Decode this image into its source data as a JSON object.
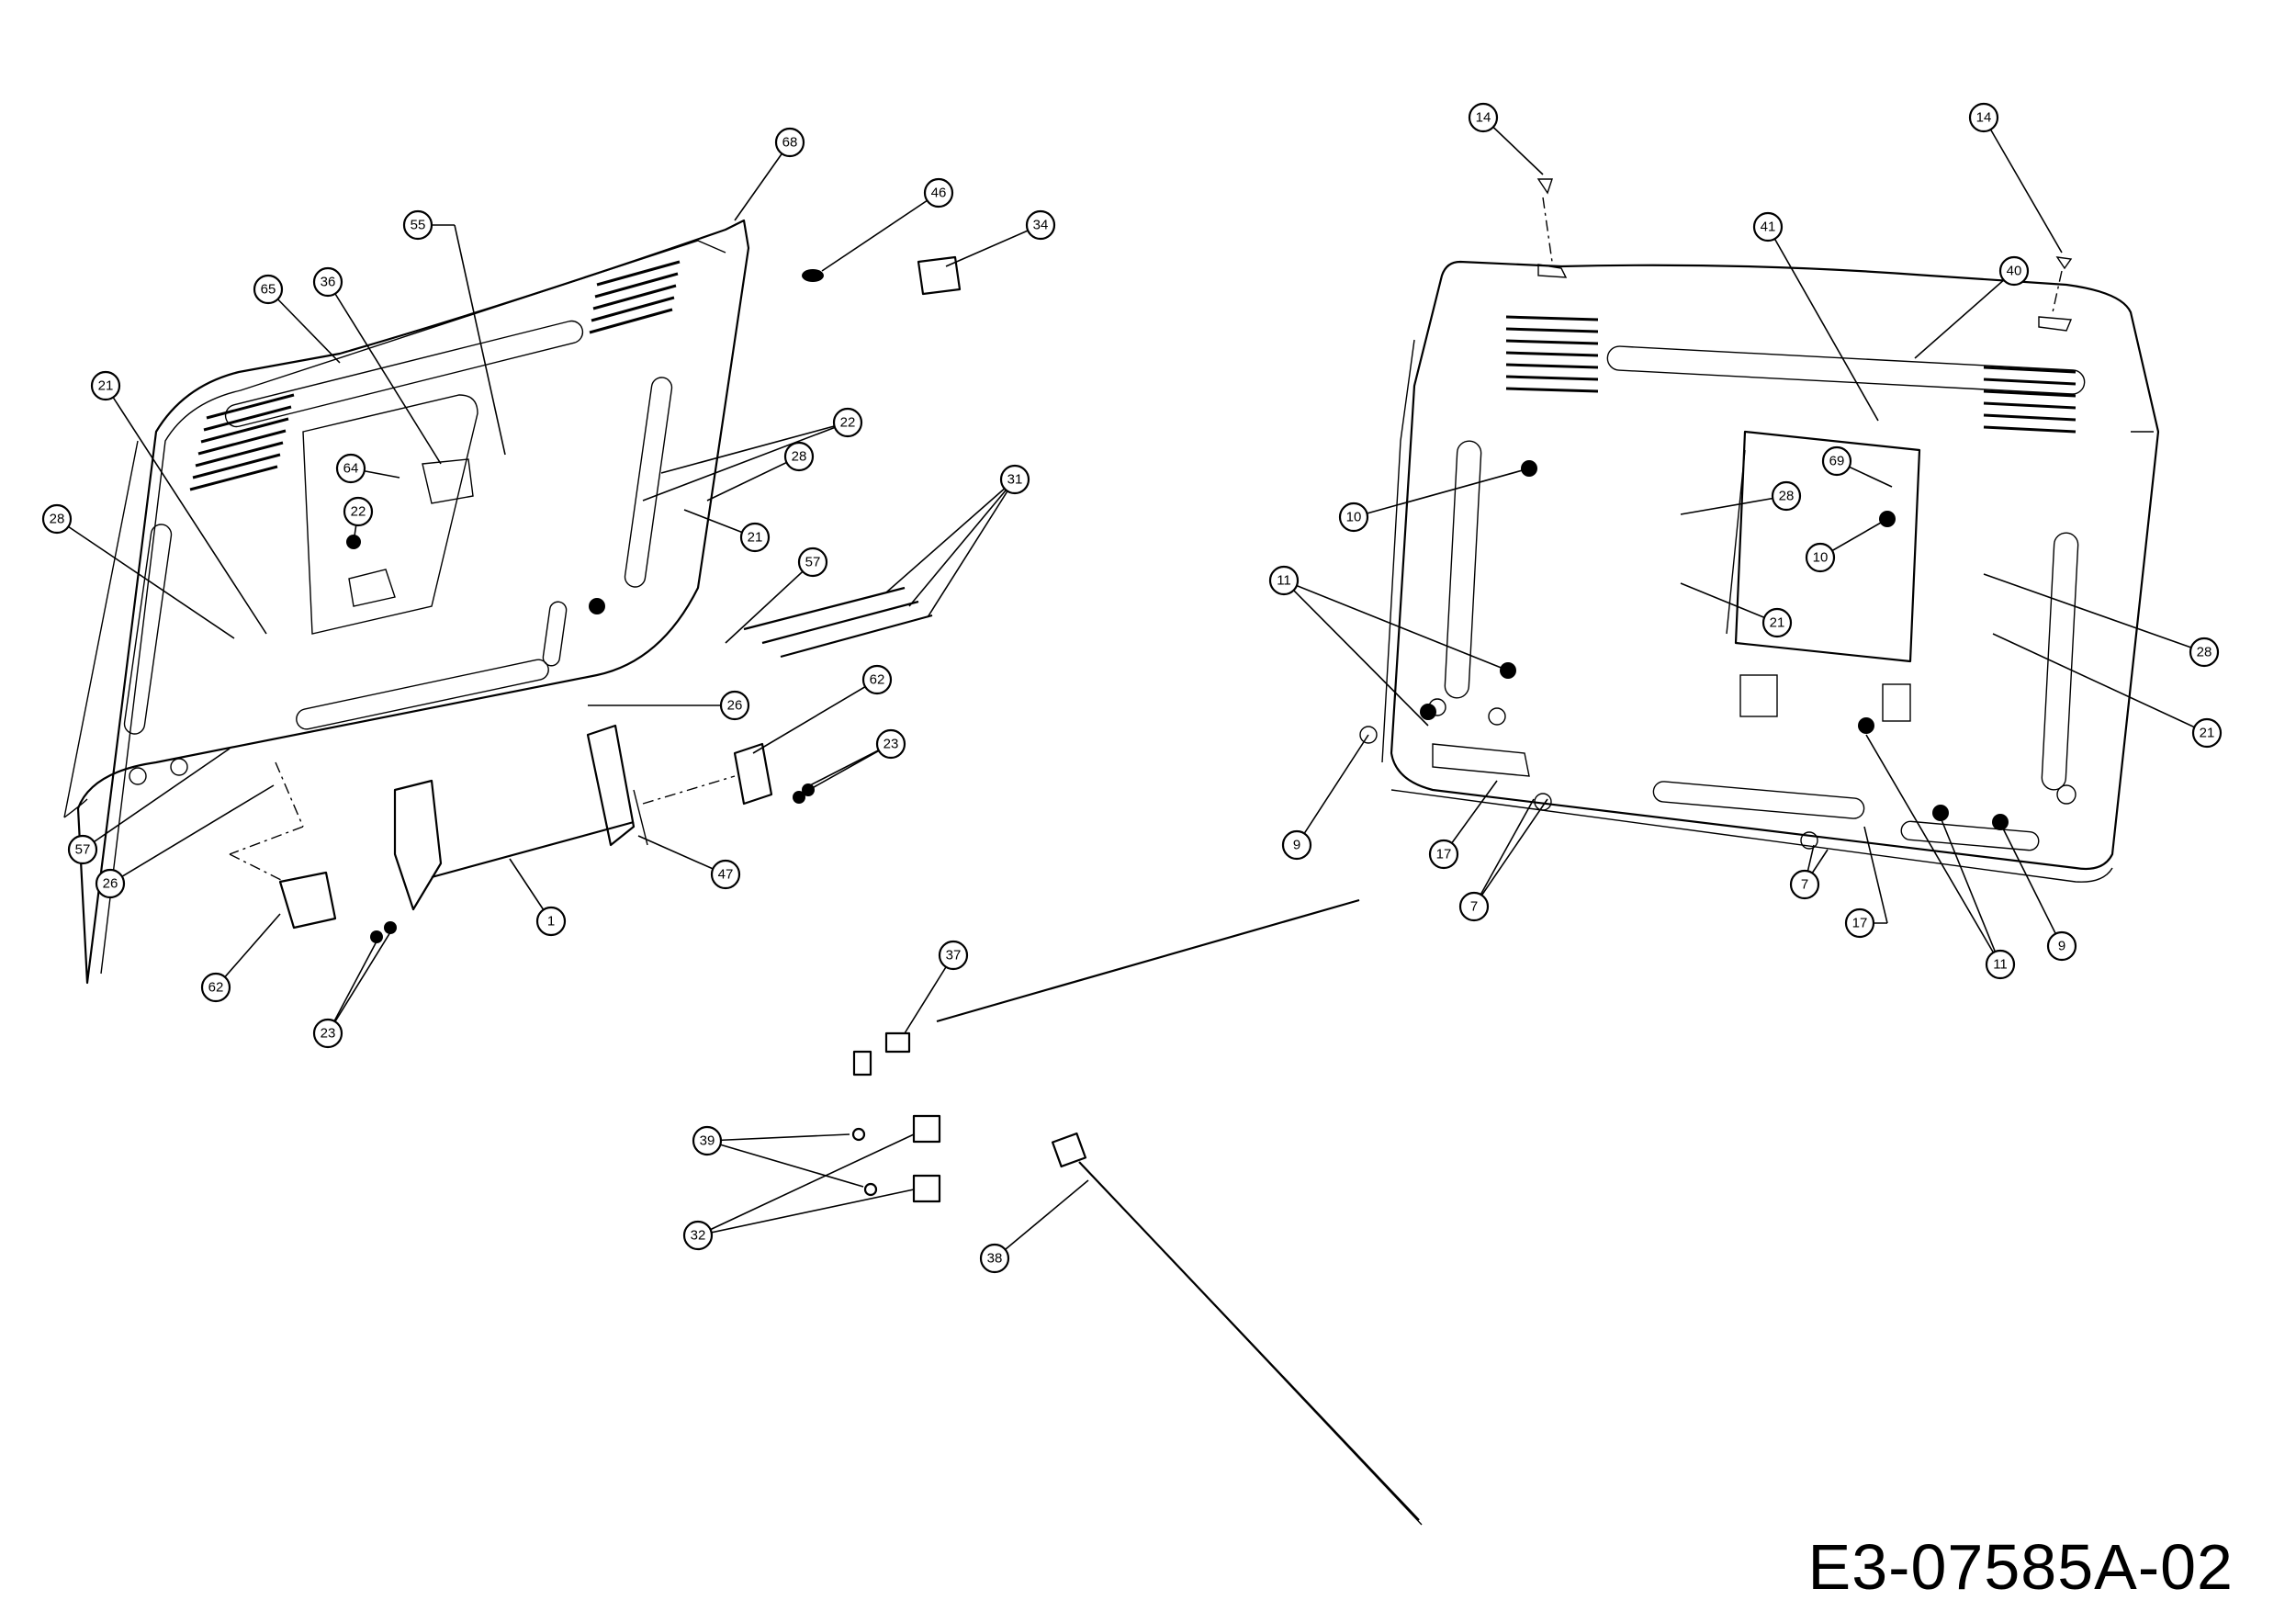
{
  "drawing_number": "E3-07585A-02",
  "callouts": {
    "c1": "1",
    "c7a": "7",
    "c7b": "7",
    "c9a": "9",
    "c9b": "9",
    "c10a": "10",
    "c10b": "10",
    "c11a": "11",
    "c11b": "11",
    "c14a": "14",
    "c14b": "14",
    "c17a": "17",
    "c17b": "17",
    "c21a": "21",
    "c21b": "21",
    "c21c": "21",
    "c21d": "21",
    "c22a": "22",
    "c22b": "22",
    "c23a": "23",
    "c23b": "23",
    "c26a": "26",
    "c26b": "26",
    "c28a": "28",
    "c28b": "28",
    "c28c": "28",
    "c28d": "28",
    "c31": "31",
    "c32": "32",
    "c34": "34",
    "c36": "36",
    "c37": "37",
    "c38": "38",
    "c39": "39",
    "c40": "40",
    "c41": "41",
    "c46": "46",
    "c47": "47",
    "c55": "55",
    "c57a": "57",
    "c57b": "57",
    "c62a": "62",
    "c62b": "62",
    "c64": "64",
    "c65": "65",
    "c68": "68",
    "c69": "69"
  }
}
